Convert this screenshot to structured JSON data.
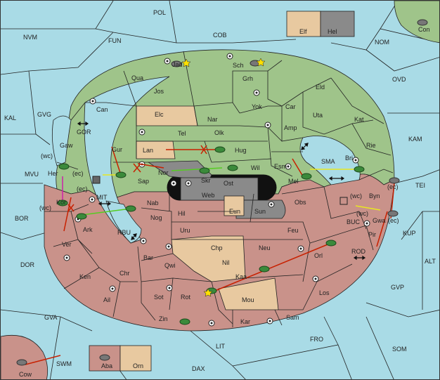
{
  "colors": {
    "sea": "#a9dbe6",
    "allied": "#9fc48a",
    "enemy": "#c9928a",
    "neutral": "#e8c9a0",
    "gray": "#8a8a8a",
    "move_red": "#c82000",
    "move_green": "#55cc22",
    "move_yellow": "#e8e820",
    "move_magenta": "#cc22aa"
  },
  "legend_top": {
    "left": "Elf",
    "right": "Hel"
  },
  "legend_bottom": {
    "left": "Aba",
    "right": "Orn"
  },
  "labels": {
    "POL": "POL",
    "NVM": "NVM",
    "FUN": "FUN",
    "COB": "COB",
    "NOM": "NOM",
    "Con": "Con",
    "OVD": "OVD",
    "KAL": "KAL",
    "GVG": "GVG",
    "GOR": "GOR",
    "KAM": "KAM",
    "TEI": "TEI",
    "MVU": "MVU",
    "SMA": "SMA",
    "BOR": "BOR",
    "MIT": "MIT",
    "RBU": "RBU",
    "BUC": "BUC",
    "KUP": "KUP",
    "ROD": "ROD",
    "DOR": "DOR",
    "ALT": "ALT",
    "GVP": "GVP",
    "GVA": "GVA",
    "FRO": "FRO",
    "SOM": "SOM",
    "LIT": "LIT",
    "SWM": "SWM",
    "DAX": "DAX",
    "Cow": "Cow",
    "Jad": "Jad",
    "Sch": "Sch",
    "Qua": "Qua",
    "Grh": "Grh",
    "Jos": "Jos",
    "Eld": "Eld",
    "Can": "Can",
    "Yok": "Yok",
    "Car": "Car",
    "Elc": "Elc",
    "Nar": "Nar",
    "Uta": "Uta",
    "Kat": "Kat",
    "Tel": "Tel",
    "Olk": "Olk",
    "Amp": "Amp",
    "Gaw": "Gaw",
    "Gur": "Gur",
    "Lan": "Lan",
    "Hug": "Hug",
    "Rie": "Rie",
    "Bri": "Bri",
    "wc1": "(wc)",
    "Esm": "Esm",
    "Her": "Her",
    "ec1": "(ec)",
    "Nor": "Nor",
    "Skr": "Skr",
    "Wil": "Wil",
    "Sap": "Sap",
    "Mel": "Mel",
    "Ost": "Ost",
    "Byn": "Byn",
    "ec2": "(ec)",
    "ec3": "(ec)",
    "Web": "Web",
    "wc2": "(wc)",
    "Kor": "Kor",
    "Nab": "Nab",
    "Obs": "Obs",
    "Eun": "Eun",
    "Hil": "Hil",
    "Sun": "Sun",
    "wc3": "(wc)",
    "Gwa": "Gwa",
    "ec4": "(ec)",
    "Nog": "Nog",
    "Ark": "Ark",
    "Uru": "Uru",
    "Feu": "Feu",
    "Pir": "Pir",
    "Ver": "Ver",
    "Chp": "Chp",
    "Neu": "Neu",
    "Bar": "Bar",
    "Qwi": "Qwi",
    "Nil": "Nil",
    "Orl": "Orl",
    "Ken": "Ken",
    "Chr": "Chr",
    "Kaa": "Kaa",
    "Ail": "Ail",
    "Sot": "Sot",
    "Rot": "Rot",
    "Mou": "Mou",
    "Los": "Los",
    "Zin": "Zin",
    "Kar": "Kar",
    "Sam": "Sam",
    "wc4": "(wc)"
  }
}
